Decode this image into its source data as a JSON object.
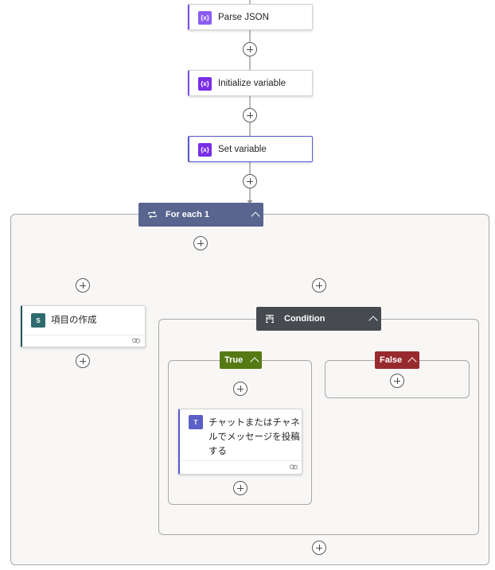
{
  "actions": {
    "parse_json": {
      "label": "Parse JSON",
      "icon": "variable-icon"
    },
    "init_var": {
      "label": "Initialize variable",
      "icon": "variable-icon"
    },
    "set_var": {
      "label": "Set variable",
      "icon": "variable-icon"
    }
  },
  "foreach": {
    "label": "For each 1",
    "color": "#59648f"
  },
  "create_item": {
    "label": "項目の作成",
    "icon": "sharepoint-icon"
  },
  "condition": {
    "label": "Condition",
    "color": "#474a4f"
  },
  "true_branch": {
    "label": "True",
    "color": "#557a14"
  },
  "false_branch": {
    "label": "False",
    "color": "#982a2e"
  },
  "teams_post": {
    "line1": "チャットまたはチャネ",
    "line2": "ルでメッセージを投稿",
    "line3": "する",
    "icon": "teams-icon"
  },
  "colors": {
    "variable_icon": "#7a2ee6",
    "accent_border": "#7a4fe8",
    "teams_border": "#5a5ad0"
  }
}
